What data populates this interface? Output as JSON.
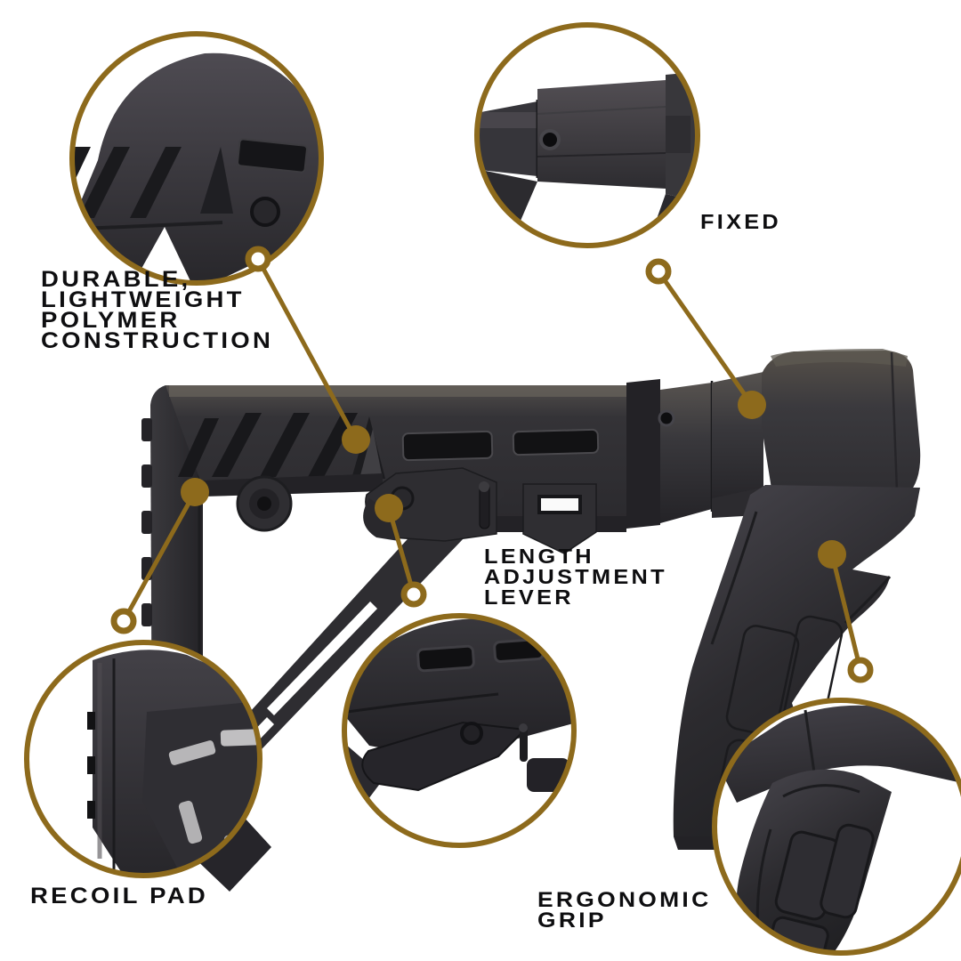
{
  "page": {
    "background_color": "#ffffff",
    "accent_color": "#8d6a1c",
    "label_color": "#0e0e10",
    "product_color_dark": "#242327",
    "product_color_base": "#2f2e32"
  },
  "product": {
    "description": "tactical shotgun stock with pistol grip, side view"
  },
  "callouts": [
    {
      "id": "polymer-construction",
      "lines": [
        "DURABLE,",
        "LIGHTWEIGHT",
        "POLYMER",
        "CONSTRUCTION"
      ]
    },
    {
      "id": "fixed",
      "lines": [
        "FIXED"
      ]
    },
    {
      "id": "length-adjustment-lever",
      "lines": [
        "LENGTH",
        "ADJUSTMENT",
        "LEVER"
      ]
    },
    {
      "id": "recoil-pad",
      "lines": [
        "RECOIL PAD"
      ]
    },
    {
      "id": "ergonomic-grip",
      "lines": [
        "ERGONOMIC",
        "GRIP"
      ]
    }
  ]
}
